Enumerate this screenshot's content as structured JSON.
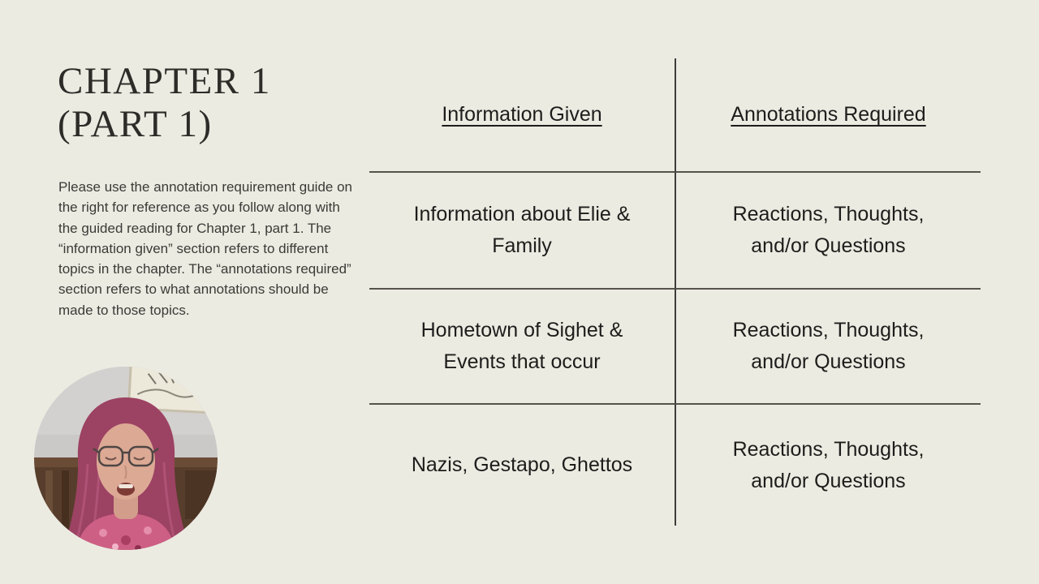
{
  "slide": {
    "background_color": "#ECEBE2",
    "title_line1": "CHAPTER 1",
    "title_line2": "(PART 1)",
    "body_text": "Please use the annotation requirement guide on the right for reference as you follow along with the guided reading for Chapter 1, part 1. The “information given” section refers to different topics in the chapter. The “annotations required” section refers to what annotations should be made to those topics."
  },
  "table": {
    "headers": [
      "Information Given",
      "Annotations Required"
    ],
    "rows": [
      {
        "info": "Information about Elie &\nFamily",
        "annotation": "Reactions, Thoughts,\nand/or Questions"
      },
      {
        "info": "Hometown of Sighet &\nEvents that occur",
        "annotation": "Reactions, Thoughts,\nand/or Questions"
      },
      {
        "info": "Nazis, Gestapo, Ghettos",
        "annotation": "Reactions, Thoughts,\nand/or Questions"
      }
    ]
  },
  "webcam": {
    "description": "presenter-video-circle",
    "wall_color": "#CBC9C7",
    "headboard_color": "#573D2B",
    "hair_color": "#9C4263",
    "shirt_color": "#CE5F84"
  },
  "colors": {
    "title_text": "#2E2C28",
    "body_text": "#3B3A36",
    "table_text": "#1E1D1B",
    "vertical_rule": "#3E3C38",
    "horizontal_rule": "#55534C"
  }
}
